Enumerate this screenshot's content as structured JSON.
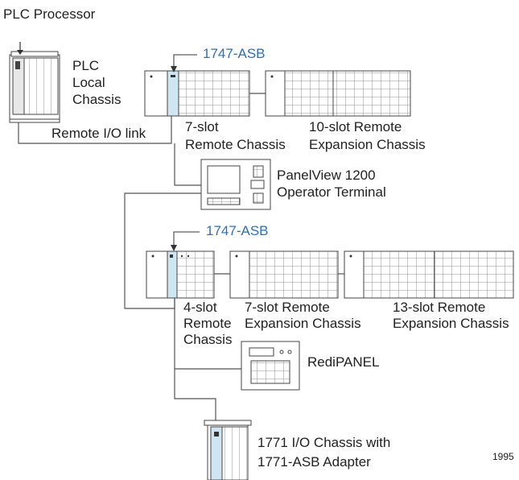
{
  "labels": {
    "plc_processor": "PLC Processor",
    "plc_local": "PLC",
    "plc_local_2": "Local",
    "plc_local_3": "Chassis",
    "remote_io_link": "Remote I/O link",
    "asb_top": "1747-ASB",
    "slot7_1": "7-slot",
    "slot7_2": "Remote Chassis",
    "slot10_1": "10-slot Remote",
    "slot10_2": "Expansion Chassis",
    "panelview_1": "PanelView 1200",
    "panelview_2": "Operator Terminal",
    "asb_mid": "1747-ASB",
    "slot4_1": "4-slot",
    "slot4_2": "Remote",
    "slot4_3": "Chassis",
    "slot7e_1": "7-slot Remote",
    "slot7e_2": "Expansion Chassis",
    "slot13_1": "13-slot Remote",
    "slot13_2": "Expansion Chassis",
    "redipanel": "RediPANEL",
    "chassis1771_1": "1771 I/O Chassis with",
    "chassis1771_2": "1771-ASB Adapter",
    "figure_number": "1995"
  },
  "colors": {
    "label_blue": "#2f6fb3",
    "module_highlight": "#cfe6f2",
    "line": "#555555"
  }
}
